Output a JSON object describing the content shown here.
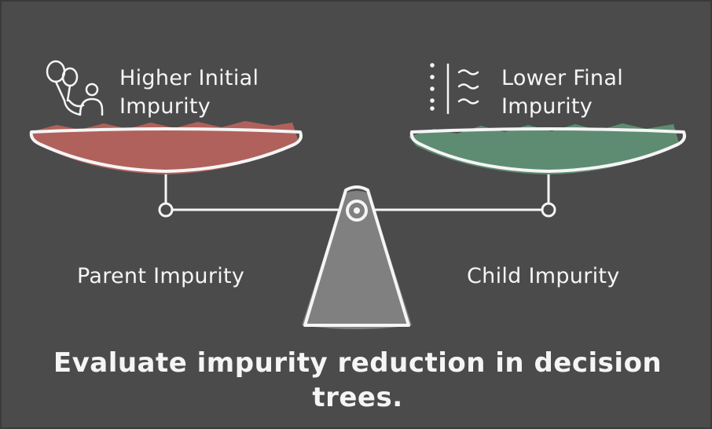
{
  "left_pan": {
    "title_line1": "Higher Initial",
    "title_line2": "Impurity",
    "caption": "Parent Impurity",
    "fill_color": "#b0615c",
    "icon": "balloon-person-icon"
  },
  "right_pan": {
    "title_line1": "Lower Final",
    "title_line2": "Impurity",
    "caption": "Child Impurity",
    "fill_color": "#5e8c72",
    "icon": "clean-water-icon"
  },
  "headline": {
    "line1": "Evaluate impurity reduction in decision",
    "line2": "trees."
  },
  "colors": {
    "background": "#4b4b4b",
    "stroke": "#f5f5f5",
    "fulcrum": "#808080"
  }
}
